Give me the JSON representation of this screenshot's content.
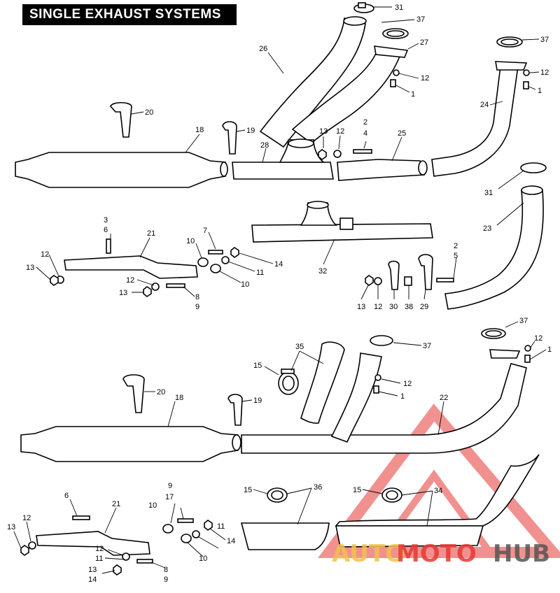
{
  "title": "SINGLE EXHAUST SYSTEMS",
  "watermark": {
    "part1": "AUTO",
    "part2": "MOTO",
    "part3": "HUB",
    "color1": "#f2c14e",
    "color2": "#e53935",
    "color3": "#555555"
  },
  "callouts_top": [
    {
      "id": "c31a",
      "text": "31"
    },
    {
      "id": "c37a",
      "text": "37"
    },
    {
      "id": "c26",
      "text": "26"
    },
    {
      "id": "c27",
      "text": "27"
    },
    {
      "id": "c12a",
      "text": "12"
    },
    {
      "id": "c1a",
      "text": "1"
    },
    {
      "id": "c37b",
      "text": "37"
    },
    {
      "id": "c12b",
      "text": "12"
    },
    {
      "id": "c1b",
      "text": "1"
    },
    {
      "id": "c24",
      "text": "24"
    },
    {
      "id": "c20a",
      "text": "20"
    },
    {
      "id": "c18a",
      "text": "18"
    },
    {
      "id": "c19a",
      "text": "19"
    },
    {
      "id": "c13a",
      "text": "13"
    },
    {
      "id": "c12c",
      "text": "12"
    },
    {
      "id": "c2a",
      "text": "2"
    },
    {
      "id": "c4",
      "text": "4"
    },
    {
      "id": "c25",
      "text": "25"
    },
    {
      "id": "c28",
      "text": "28"
    },
    {
      "id": "c31b",
      "text": "31"
    },
    {
      "id": "c23",
      "text": "23"
    },
    {
      "id": "c3a",
      "text": "3"
    },
    {
      "id": "c6a",
      "text": "6"
    },
    {
      "id": "c21a",
      "text": "21"
    },
    {
      "id": "c7",
      "text": "7"
    },
    {
      "id": "c10a",
      "text": "10"
    },
    {
      "id": "c14a",
      "text": "14"
    },
    {
      "id": "c11a",
      "text": "11"
    },
    {
      "id": "c10b",
      "text": "10"
    },
    {
      "id": "c12d",
      "text": "12"
    },
    {
      "id": "c13b",
      "text": "13"
    },
    {
      "id": "c12e",
      "text": "12"
    },
    {
      "id": "c13c",
      "text": "13"
    },
    {
      "id": "c8a",
      "text": "8"
    },
    {
      "id": "c9a",
      "text": "9"
    },
    {
      "id": "c32",
      "text": "32"
    },
    {
      "id": "c2b",
      "text": "2"
    },
    {
      "id": "c5",
      "text": "5"
    },
    {
      "id": "c13d",
      "text": "13"
    },
    {
      "id": "c12f",
      "text": "12"
    },
    {
      "id": "c30",
      "text": "30"
    },
    {
      "id": "c38",
      "text": "38"
    },
    {
      "id": "c29",
      "text": "29"
    }
  ],
  "callouts_bottom": [
    {
      "id": "d37a",
      "text": "37"
    },
    {
      "id": "d35",
      "text": "35"
    },
    {
      "id": "d37b",
      "text": "37"
    },
    {
      "id": "d12a",
      "text": "12"
    },
    {
      "id": "d1a",
      "text": "1"
    },
    {
      "id": "d15a",
      "text": "15"
    },
    {
      "id": "d12b",
      "text": "12"
    },
    {
      "id": "d1b",
      "text": "1"
    },
    {
      "id": "d20",
      "text": "20"
    },
    {
      "id": "d18",
      "text": "18"
    },
    {
      "id": "d19",
      "text": "19"
    },
    {
      "id": "d22",
      "text": "22"
    },
    {
      "id": "d15b",
      "text": "15"
    },
    {
      "id": "d36",
      "text": "36"
    },
    {
      "id": "d15c",
      "text": "15"
    },
    {
      "id": "d34",
      "text": "34"
    },
    {
      "id": "d9a",
      "text": "9"
    },
    {
      "id": "d17",
      "text": "17"
    },
    {
      "id": "d6",
      "text": "6"
    },
    {
      "id": "d21",
      "text": "21"
    },
    {
      "id": "d10a",
      "text": "10"
    },
    {
      "id": "d12c",
      "text": "12"
    },
    {
      "id": "d13a",
      "text": "13"
    },
    {
      "id": "d11a",
      "text": "11"
    },
    {
      "id": "d12d",
      "text": "12"
    },
    {
      "id": "d14a",
      "text": "14"
    },
    {
      "id": "d10b",
      "text": "10"
    },
    {
      "id": "d11b",
      "text": "11"
    },
    {
      "id": "d13b",
      "text": "13"
    },
    {
      "id": "d14b",
      "text": "14"
    },
    {
      "id": "d8",
      "text": "8"
    },
    {
      "id": "d9b",
      "text": "9"
    }
  ]
}
